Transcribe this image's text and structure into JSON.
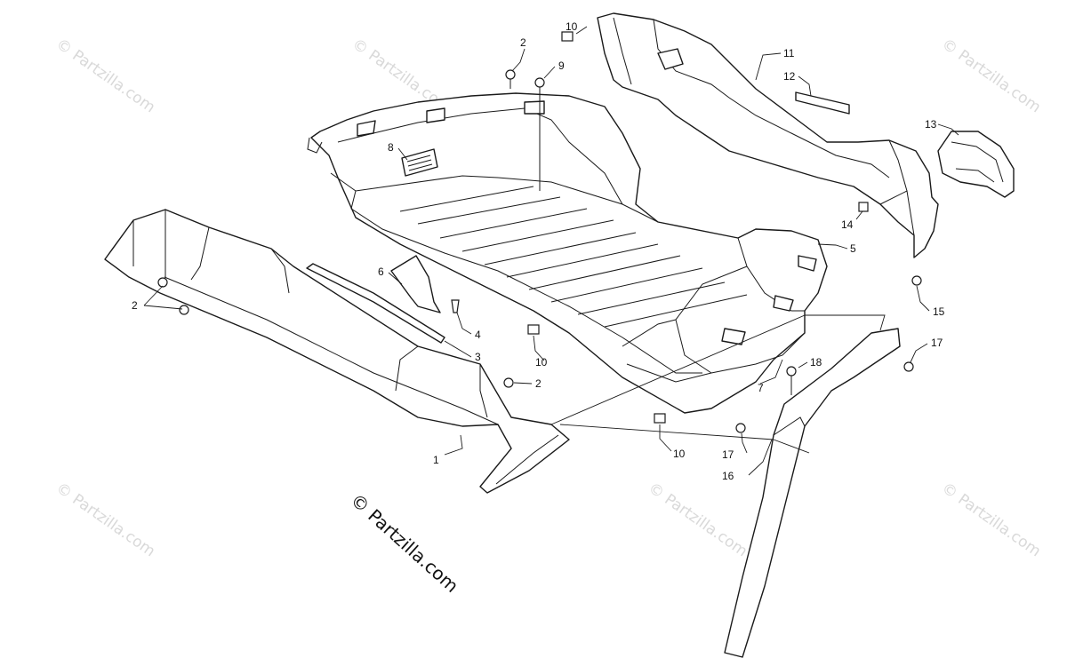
{
  "brand_text": "© Partzilla.com",
  "watermark_text": "© Partzilla.com",
  "callouts": [
    "1",
    "2",
    "2",
    "2",
    "3",
    "4",
    "5",
    "6",
    "7",
    "8",
    "9",
    "10",
    "10",
    "10",
    "11",
    "12",
    "13",
    "14",
    "15",
    "16",
    "17",
    "17",
    "18"
  ]
}
